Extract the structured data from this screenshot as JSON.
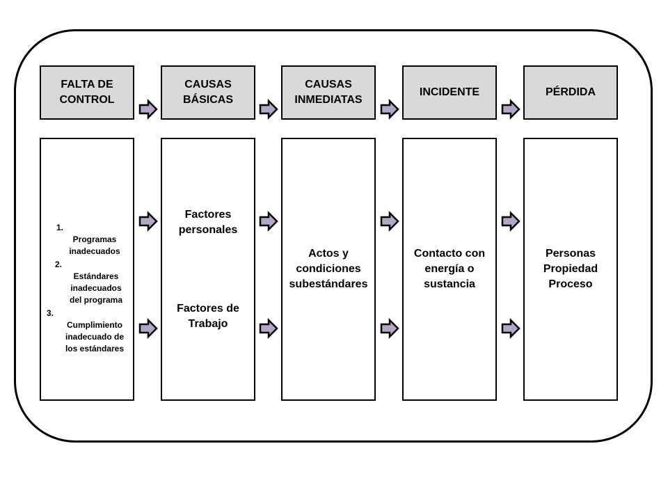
{
  "headers": [
    {
      "label": "FALTA DE\nCONTROL"
    },
    {
      "label": "CAUSAS\nBÁSICAS"
    },
    {
      "label": "CAUSAS\nINMEDIATAS"
    },
    {
      "label": "INCIDENTE"
    },
    {
      "label": "PÉRDIDA"
    }
  ],
  "control_list": [
    {
      "num": "1.",
      "text": "Programas\ninadecuados"
    },
    {
      "num": "2.",
      "text": "Estándares\ninadecuados\ndel programa"
    },
    {
      "num": "3.",
      "text": "Cumplimiento\ninadecuado de\nlos estándares"
    }
  ],
  "basic_causes": [
    {
      "text": "Factores\npersonales"
    },
    {
      "text": "Factores de\nTrabajo"
    }
  ],
  "immediate_causes": {
    "text": "Actos y\ncondiciones\nsubestándares"
  },
  "incident": {
    "text": "Contacto con\nenergía o\nsustancia"
  },
  "loss": {
    "text": "Personas\nPropiedad\nProceso"
  },
  "colors": {
    "header_fill": "#d9d9d9",
    "arrow_fill": "#b4a7c6",
    "border": "#000000"
  },
  "icons": {
    "arrow": "right-arrow-icon"
  }
}
